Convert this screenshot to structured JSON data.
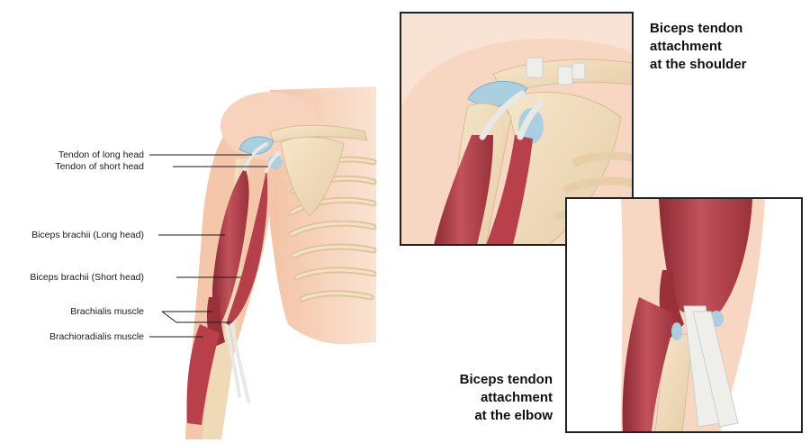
{
  "labels": {
    "long_head_tendon": "Tendon of long head",
    "short_head_tendon": "Tendon of short head",
    "biceps_long_head": "Biceps brachii (Long head)",
    "biceps_short_head": "Biceps brachii (Short head)",
    "brachialis": "Brachialis muscle",
    "brachioradialis": "Brachioradialis muscle"
  },
  "shoulder_caption": {
    "line1": "Biceps tendon",
    "line2": "attachment",
    "line3": "at the shoulder"
  },
  "elbow_caption": {
    "line1": "Biceps tendon",
    "line2": "attachment",
    "line3": "at the elbow"
  },
  "colors": {
    "skin": "#f6cfb4",
    "skin_light": "#fbe6d8",
    "bone": "#efd9b6",
    "bone_edge": "#d8bd94",
    "muscle": "#b8404a",
    "muscle_dark": "#8c2a33",
    "tendon": "#e4e4e0",
    "cartilage": "#a9cfe0",
    "line": "#1a1a1a"
  }
}
